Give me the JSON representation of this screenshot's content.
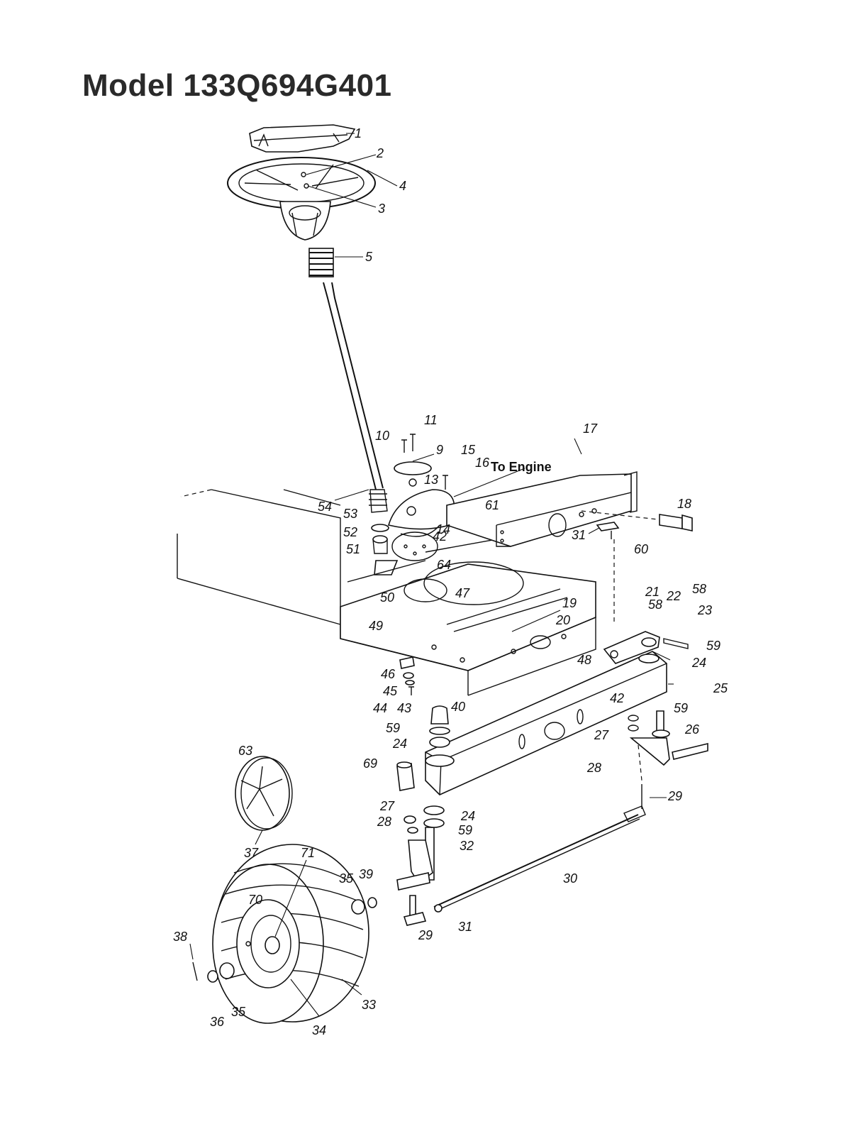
{
  "title": "Model 133Q694G401",
  "note": "To Engine",
  "callouts": [
    {
      "id": "c1",
      "text": "1"
    },
    {
      "id": "c2",
      "text": "2"
    },
    {
      "id": "c3",
      "text": "3"
    },
    {
      "id": "c4",
      "text": "4"
    },
    {
      "id": "c5",
      "text": "5"
    },
    {
      "id": "c9",
      "text": "9"
    },
    {
      "id": "c10",
      "text": "10"
    },
    {
      "id": "c11",
      "text": "11"
    },
    {
      "id": "c13",
      "text": "13"
    },
    {
      "id": "c14",
      "text": "14"
    },
    {
      "id": "c15",
      "text": "15"
    },
    {
      "id": "c16",
      "text": "16"
    },
    {
      "id": "c17",
      "text": "17"
    },
    {
      "id": "c18",
      "text": "18"
    },
    {
      "id": "c19",
      "text": "19"
    },
    {
      "id": "c20",
      "text": "20"
    },
    {
      "id": "c21",
      "text": "21"
    },
    {
      "id": "c22",
      "text": "22"
    },
    {
      "id": "c23",
      "text": "23"
    },
    {
      "id": "c24a",
      "text": "24"
    },
    {
      "id": "c24b",
      "text": "24"
    },
    {
      "id": "c24c",
      "text": "24"
    },
    {
      "id": "c25",
      "text": "25"
    },
    {
      "id": "c26",
      "text": "26"
    },
    {
      "id": "c27a",
      "text": "27"
    },
    {
      "id": "c27b",
      "text": "27"
    },
    {
      "id": "c28a",
      "text": "28"
    },
    {
      "id": "c28b",
      "text": "28"
    },
    {
      "id": "c29a",
      "text": "29"
    },
    {
      "id": "c29b",
      "text": "29"
    },
    {
      "id": "c30",
      "text": "30"
    },
    {
      "id": "c31a",
      "text": "31"
    },
    {
      "id": "c31b",
      "text": "31"
    },
    {
      "id": "c32",
      "text": "32"
    },
    {
      "id": "c33",
      "text": "33"
    },
    {
      "id": "c34",
      "text": "34"
    },
    {
      "id": "c35a",
      "text": "35"
    },
    {
      "id": "c35b",
      "text": "35"
    },
    {
      "id": "c36",
      "text": "36"
    },
    {
      "id": "c37",
      "text": "37"
    },
    {
      "id": "c38",
      "text": "38"
    },
    {
      "id": "c39",
      "text": "39"
    },
    {
      "id": "c40",
      "text": "40"
    },
    {
      "id": "c42a",
      "text": "42"
    },
    {
      "id": "c42b",
      "text": "42"
    },
    {
      "id": "c43",
      "text": "43"
    },
    {
      "id": "c44",
      "text": "44"
    },
    {
      "id": "c45",
      "text": "45"
    },
    {
      "id": "c46",
      "text": "46"
    },
    {
      "id": "c47",
      "text": "47"
    },
    {
      "id": "c48",
      "text": "48"
    },
    {
      "id": "c49",
      "text": "49"
    },
    {
      "id": "c50",
      "text": "50"
    },
    {
      "id": "c51",
      "text": "51"
    },
    {
      "id": "c52",
      "text": "52"
    },
    {
      "id": "c53",
      "text": "53"
    },
    {
      "id": "c54",
      "text": "54"
    },
    {
      "id": "c58a",
      "text": "58"
    },
    {
      "id": "c58b",
      "text": "58"
    },
    {
      "id": "c59a",
      "text": "59"
    },
    {
      "id": "c59b",
      "text": "59"
    },
    {
      "id": "c59c",
      "text": "59"
    },
    {
      "id": "c59d",
      "text": "59"
    },
    {
      "id": "c60",
      "text": "60"
    },
    {
      "id": "c61",
      "text": "61"
    },
    {
      "id": "c63",
      "text": "63"
    },
    {
      "id": "c64",
      "text": "64"
    },
    {
      "id": "c69",
      "text": "69"
    },
    {
      "id": "c70",
      "text": "70"
    },
    {
      "id": "c71",
      "text": "71"
    }
  ]
}
